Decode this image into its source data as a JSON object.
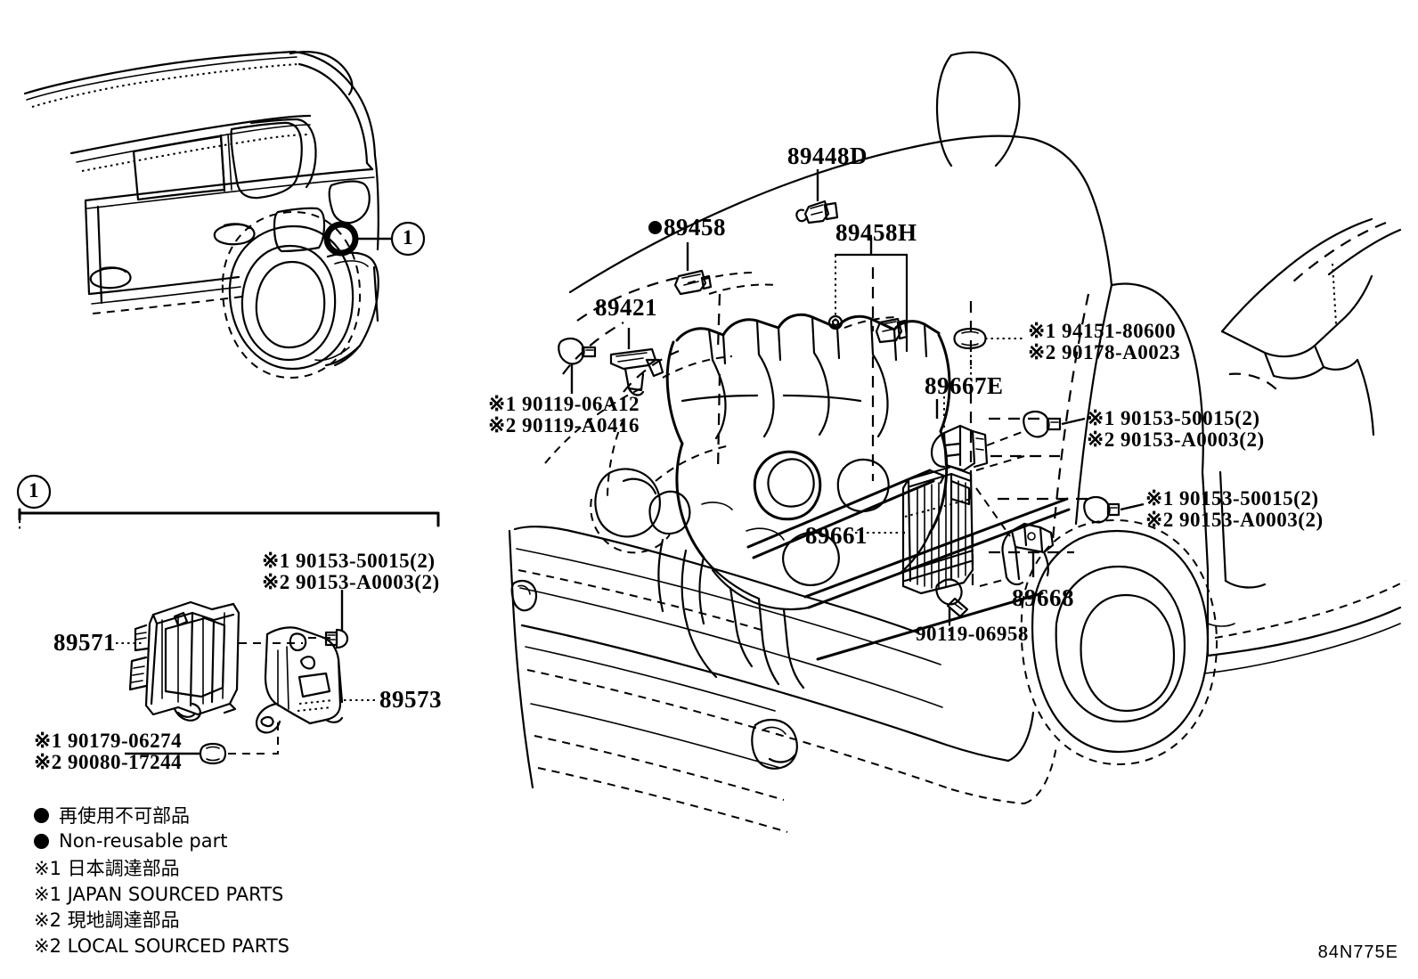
{
  "diagram": {
    "drawing_code": "84N775E",
    "callout_number": "1"
  },
  "labels": {
    "p89448D": "89448D",
    "p89458": "89458",
    "p89458_bullet": "●",
    "p89458H": "89458H",
    "p89421": "89421",
    "p89667E": "89667E",
    "p89661": "89661",
    "p89668": "89668",
    "p89571": "89571",
    "p89573": "89573",
    "n90119_06958": "90119-06958",
    "grp_90119_1": "※1 90119-06A12",
    "grp_90119_2": "※2 90119-A0416",
    "grp_94151_1": "※1 94151-80600",
    "grp_94151_2": "※2 90178-A0023",
    "grp_90153a_1": "※1 90153-50015(2)",
    "grp_90153a_2": "※2 90153-A0003(2)",
    "grp_90153b_1": "※1 90153-50015(2)",
    "grp_90153b_2": "※2 90153-A0003(2)",
    "grp_90153c_1": "※1 90153-50015(2)",
    "grp_90153c_2": "※2 90153-A0003(2)",
    "grp_90179_1": "※1 90179-06274",
    "grp_90179_2": "※2 90080-17244"
  },
  "legend": {
    "nonreusable_jp": "再使用不可部品",
    "nonreusable_en": "Non-reusable part",
    "japan_jp": "※1 日本調達部品",
    "japan_en": "※1 JAPAN SOURCED PARTS",
    "local_jp": "※2 現地調達部品",
    "local_en": "※2 LOCAL SOURCED PARTS"
  },
  "colors": {
    "line": "#000000",
    "background": "#ffffff"
  }
}
